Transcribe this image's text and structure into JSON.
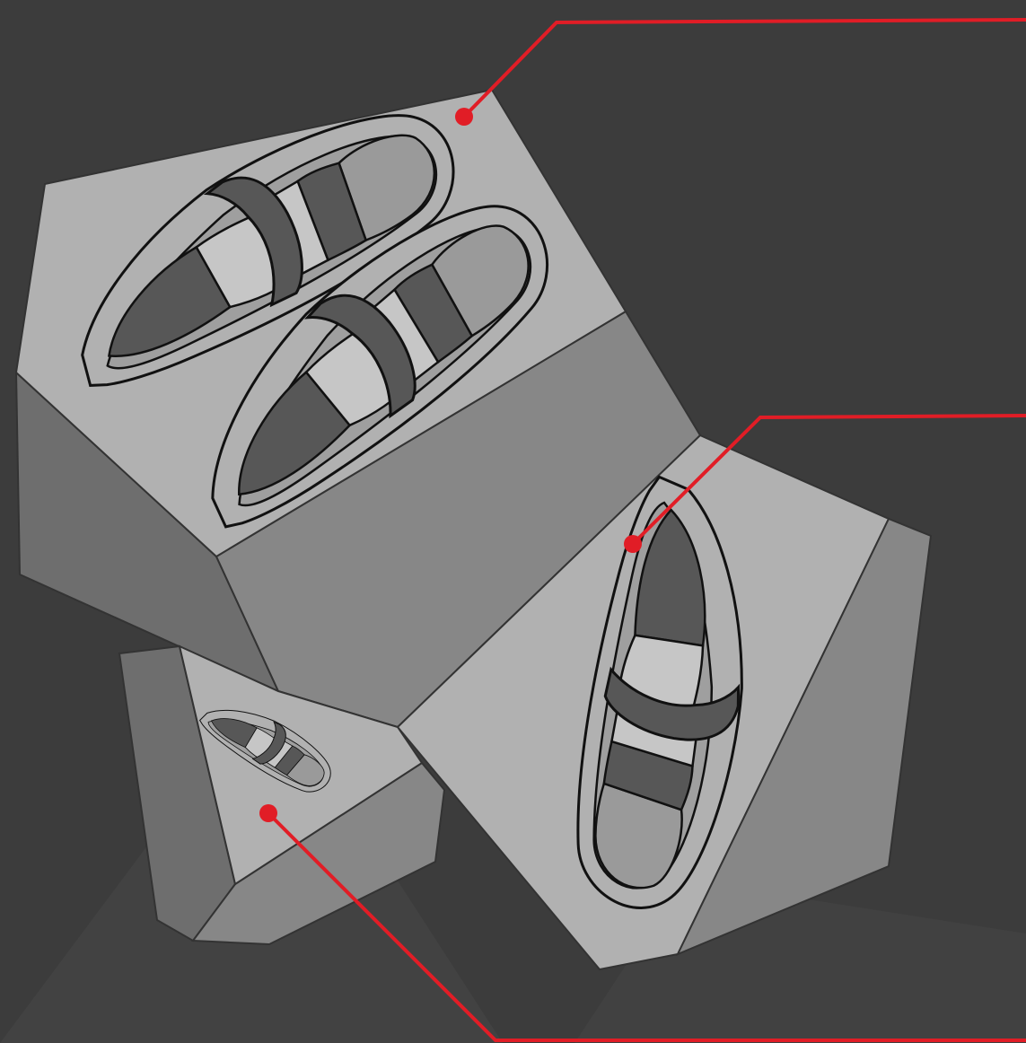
{
  "colors": {
    "background": "#3c3c3c",
    "background_shade": "#424242",
    "block_top": "#b1b1b1",
    "block_side_light": "#878787",
    "block_side_dark": "#6e6e6e",
    "outline": "#111111",
    "shoe_light": "#c6c6c6",
    "shoe_mid": "#9a9a9a",
    "shoe_dark": "#575757",
    "callout": "#e11d26"
  },
  "icons": [
    "shoe-icon",
    "callout-marker"
  ],
  "diagram": {
    "blocks": [
      {
        "id": "large-block",
        "shoe_count": 2
      },
      {
        "id": "medium-block",
        "shoe_count": 1
      },
      {
        "id": "small-block",
        "shoe_count": 1
      }
    ],
    "callouts": [
      {
        "id": "callout-large-block",
        "target": "large-block",
        "label": ""
      },
      {
        "id": "callout-medium-block",
        "target": "medium-block",
        "label": ""
      },
      {
        "id": "callout-small-block",
        "target": "small-block",
        "label": ""
      }
    ]
  }
}
